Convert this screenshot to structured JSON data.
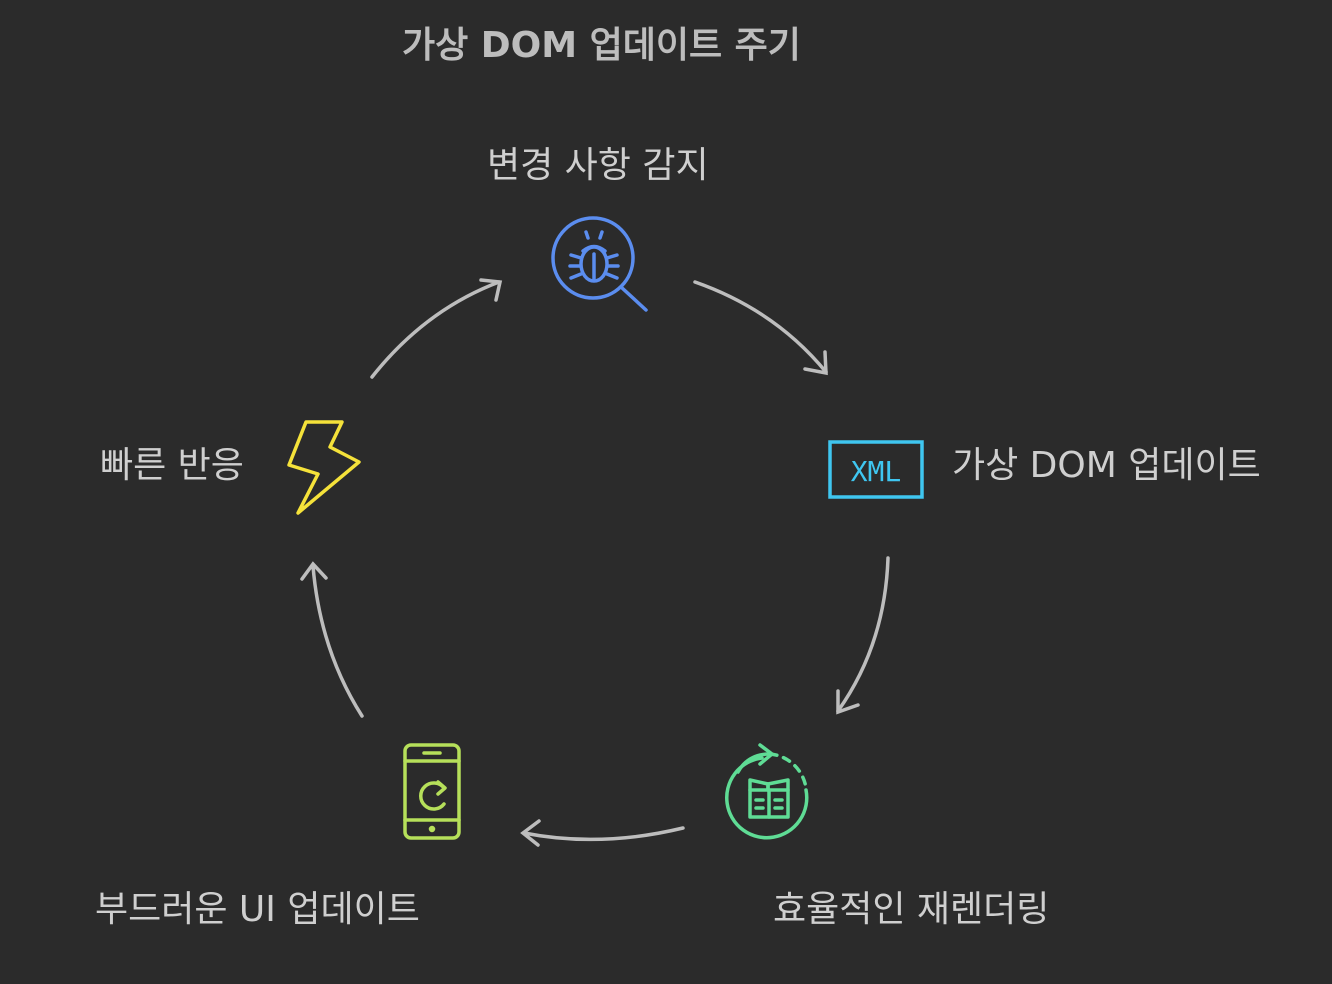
{
  "title": "가상 DOM 업데이트 주기",
  "steps": {
    "detect": {
      "label": "변경 사항 감지",
      "icon": "bug-search-icon",
      "color": "#5b8def"
    },
    "vdom": {
      "label": "가상 DOM 업데이트",
      "icon": "xml-icon",
      "icon_text": "XML",
      "color": "#3fc6f0"
    },
    "render": {
      "label": "효율적인 재렌더링",
      "icon": "refresh-building-icon",
      "color": "#5fdc95"
    },
    "ui": {
      "label": "부드러운 UI 업데이트",
      "icon": "phone-refresh-icon",
      "color": "#b6e05a"
    },
    "fast": {
      "label": "빠른 반응",
      "icon": "lightning-icon",
      "color": "#f5e23a"
    }
  },
  "arrow_color": "#bdbdbd"
}
